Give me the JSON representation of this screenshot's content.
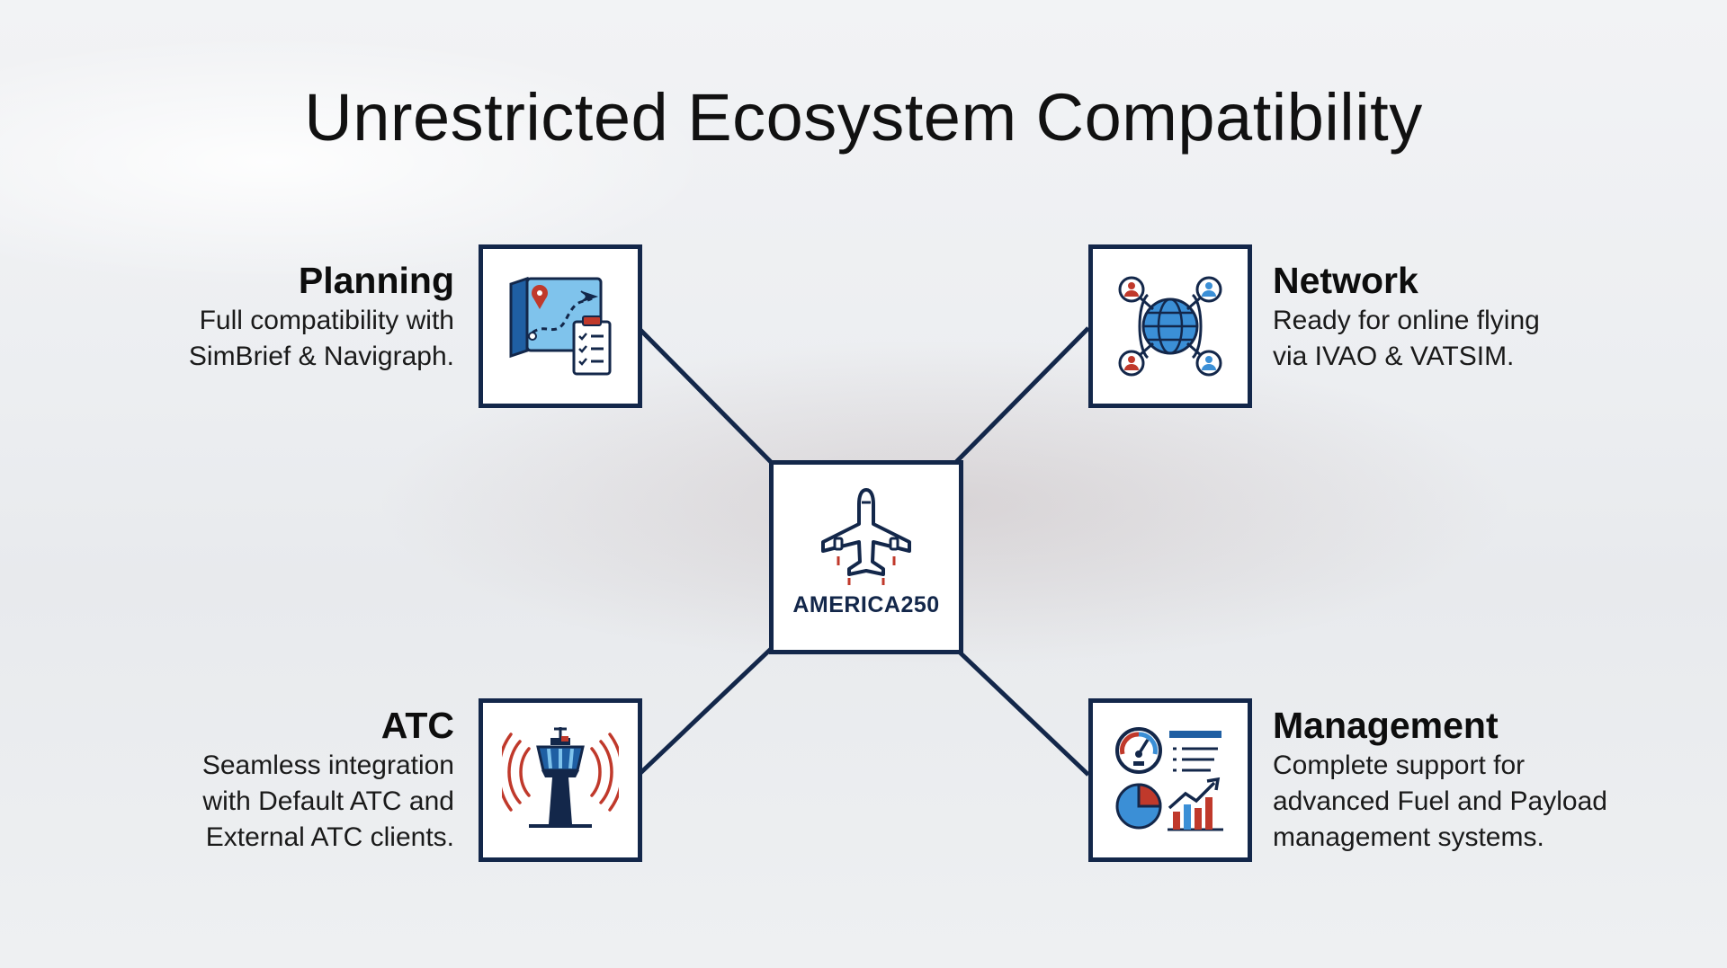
{
  "title": "Unrestricted Ecosystem Compatibility",
  "center": {
    "label": "AMERICA250",
    "icon": "airplane-icon"
  },
  "nodes": [
    {
      "key": "planning",
      "heading": "Planning",
      "desc": "Full compatibility with\nSimBrief & Navigraph.",
      "icon": "flight-plan-map-icon"
    },
    {
      "key": "network",
      "heading": "Network",
      "desc": "Ready for online flying\nvia IVAO & VATSIM.",
      "icon": "network-globe-icon"
    },
    {
      "key": "atc",
      "heading": "ATC",
      "desc": "Seamless integration\nwith Default ATC and\nExternal ATC clients.",
      "icon": "control-tower-icon"
    },
    {
      "key": "management",
      "heading": "Management",
      "desc": "Complete support for\nadvanced Fuel and Payload\nmanagement systems.",
      "icon": "dashboard-charts-icon"
    }
  ],
  "colors": {
    "navy": "#13274a",
    "red": "#c0392b",
    "blue": "#3b8fd6",
    "light_blue": "#7fc3ec"
  }
}
